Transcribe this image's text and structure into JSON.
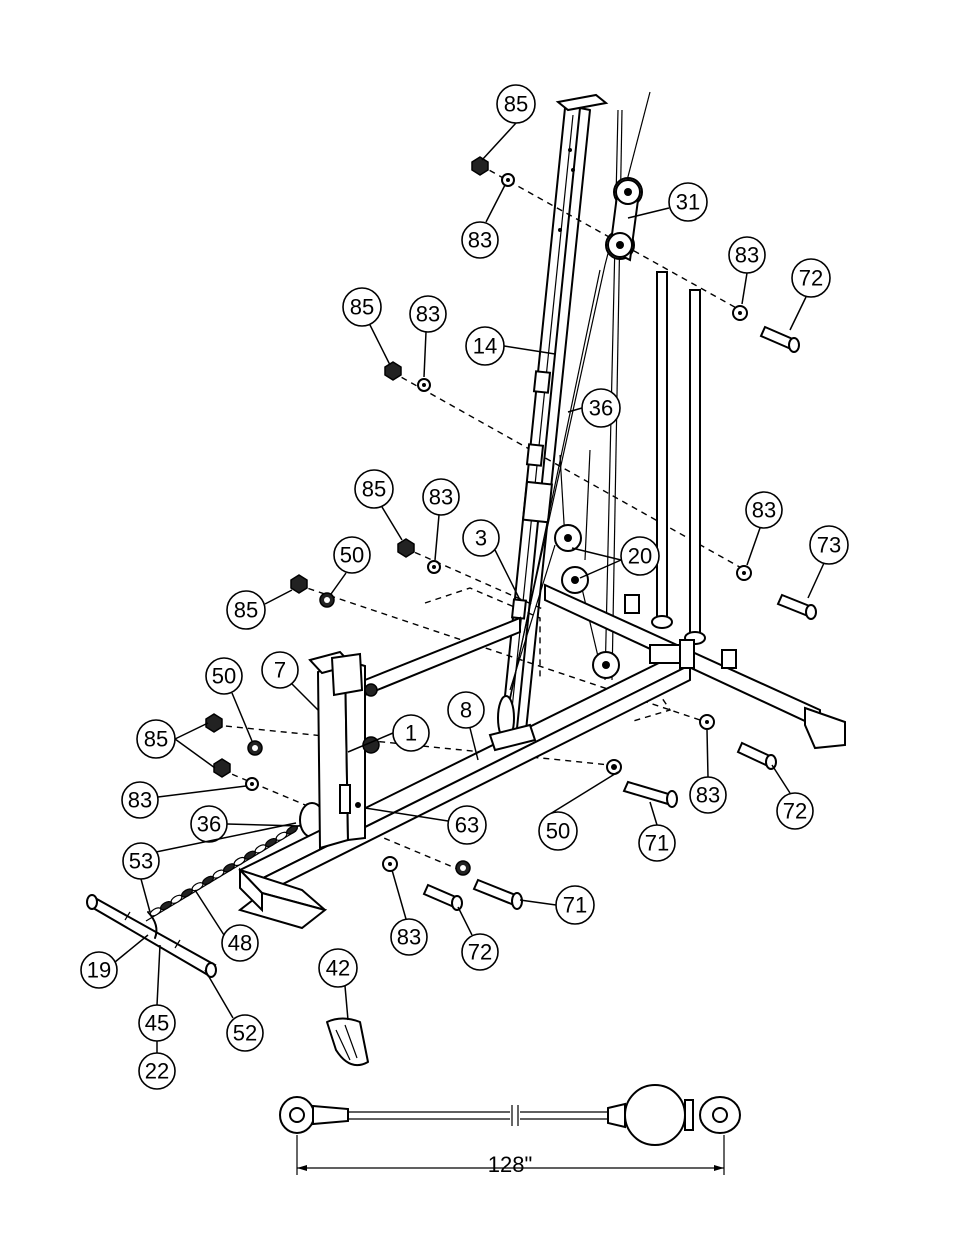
{
  "callouts": [
    {
      "id": "c85a",
      "label": "85"
    },
    {
      "id": "c83a",
      "label": "83"
    },
    {
      "id": "c31",
      "label": "31"
    },
    {
      "id": "c83b",
      "label": "83"
    },
    {
      "id": "c72a",
      "label": "72"
    },
    {
      "id": "c85b",
      "label": "85"
    },
    {
      "id": "c83c",
      "label": "83"
    },
    {
      "id": "c14",
      "label": "14"
    },
    {
      "id": "c36a",
      "label": "36"
    },
    {
      "id": "c85c",
      "label": "85"
    },
    {
      "id": "c83d",
      "label": "83"
    },
    {
      "id": "c83e",
      "label": "83"
    },
    {
      "id": "c73",
      "label": "73"
    },
    {
      "id": "c3",
      "label": "3"
    },
    {
      "id": "c50a",
      "label": "50"
    },
    {
      "id": "c20",
      "label": "20"
    },
    {
      "id": "c85d",
      "label": "85"
    },
    {
      "id": "c7",
      "label": "7"
    },
    {
      "id": "c50b",
      "label": "50"
    },
    {
      "id": "c8",
      "label": "8"
    },
    {
      "id": "c1",
      "label": "1"
    },
    {
      "id": "c85e",
      "label": "85"
    },
    {
      "id": "c83f",
      "label": "83"
    },
    {
      "id": "c72b",
      "label": "72"
    },
    {
      "id": "c83g",
      "label": "83"
    },
    {
      "id": "c36b",
      "label": "36"
    },
    {
      "id": "c63",
      "label": "63"
    },
    {
      "id": "c50c",
      "label": "50"
    },
    {
      "id": "c71a",
      "label": "71"
    },
    {
      "id": "c53",
      "label": "53"
    },
    {
      "id": "c83h",
      "label": "83"
    },
    {
      "id": "c71b",
      "label": "71"
    },
    {
      "id": "c48",
      "label": "48"
    },
    {
      "id": "c72c",
      "label": "72"
    },
    {
      "id": "c19",
      "label": "19"
    },
    {
      "id": "c42",
      "label": "42"
    },
    {
      "id": "c45",
      "label": "45"
    },
    {
      "id": "c52",
      "label": "52"
    },
    {
      "id": "c22",
      "label": "22"
    }
  ],
  "cable_length": "128\""
}
